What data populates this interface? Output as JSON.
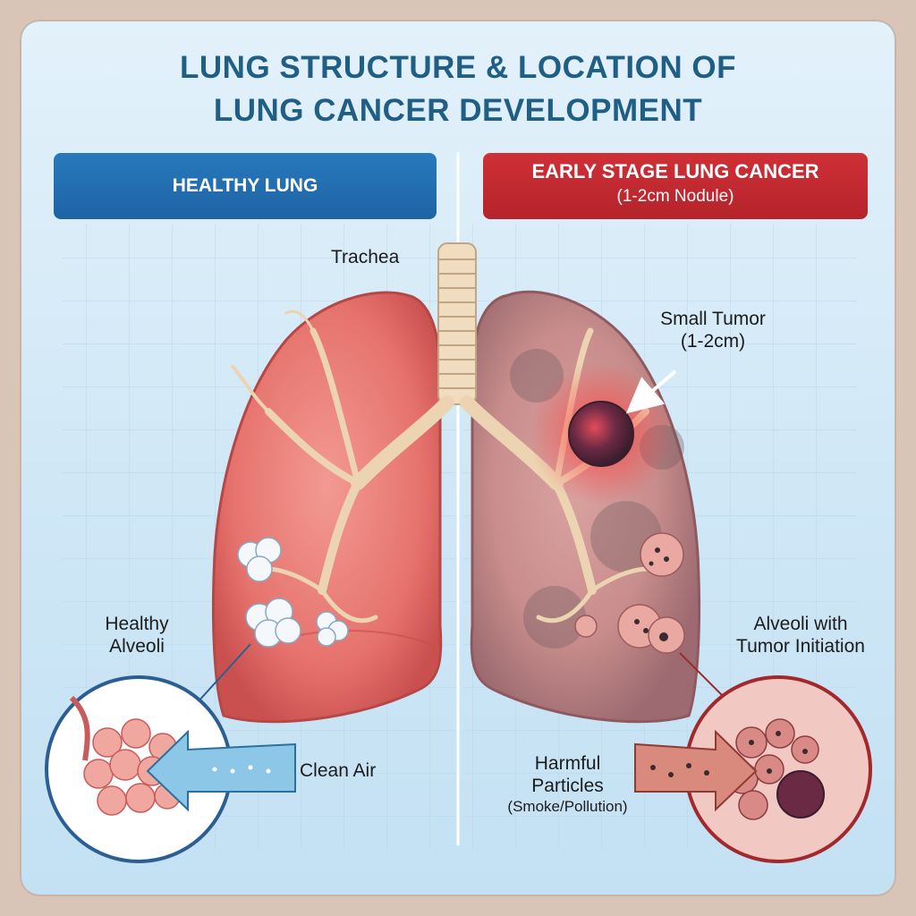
{
  "title": {
    "line1": "LUNG STRUCTURE & LOCATION OF",
    "line2": "LUNG CANCER DEVELOPMENT"
  },
  "left_panel": {
    "header": "HEALTHY LUNG",
    "labels": {
      "trachea": "Trachea",
      "healthy_alveoli_1": "Healthy",
      "healthy_alveoli_2": "Alveoli",
      "clean_air": "Clean Air"
    }
  },
  "right_panel": {
    "header": "EARLY STAGE LUNG CANCER",
    "subheader": "(1-2cm Nodule)",
    "labels": {
      "small_tumor_1": "Small Tumor",
      "small_tumor_2": "(1-2cm)",
      "alveoli_tumor_1": "Alveoli with",
      "alveoli_tumor_2": "Tumor Initiation",
      "harmful_1": "Harmful",
      "harmful_2": "Particles",
      "harmful_3": "(Smoke/Pollution)"
    }
  },
  "colors": {
    "title": "#1f5f86",
    "healthy_header": "#2779bd",
    "cancer_header": "#c8282f",
    "lung_healthy": "#e7736f",
    "lung_diseased": "#c98c8c",
    "tumor": "#7a2a3a",
    "airway": "#f1dcc0"
  }
}
